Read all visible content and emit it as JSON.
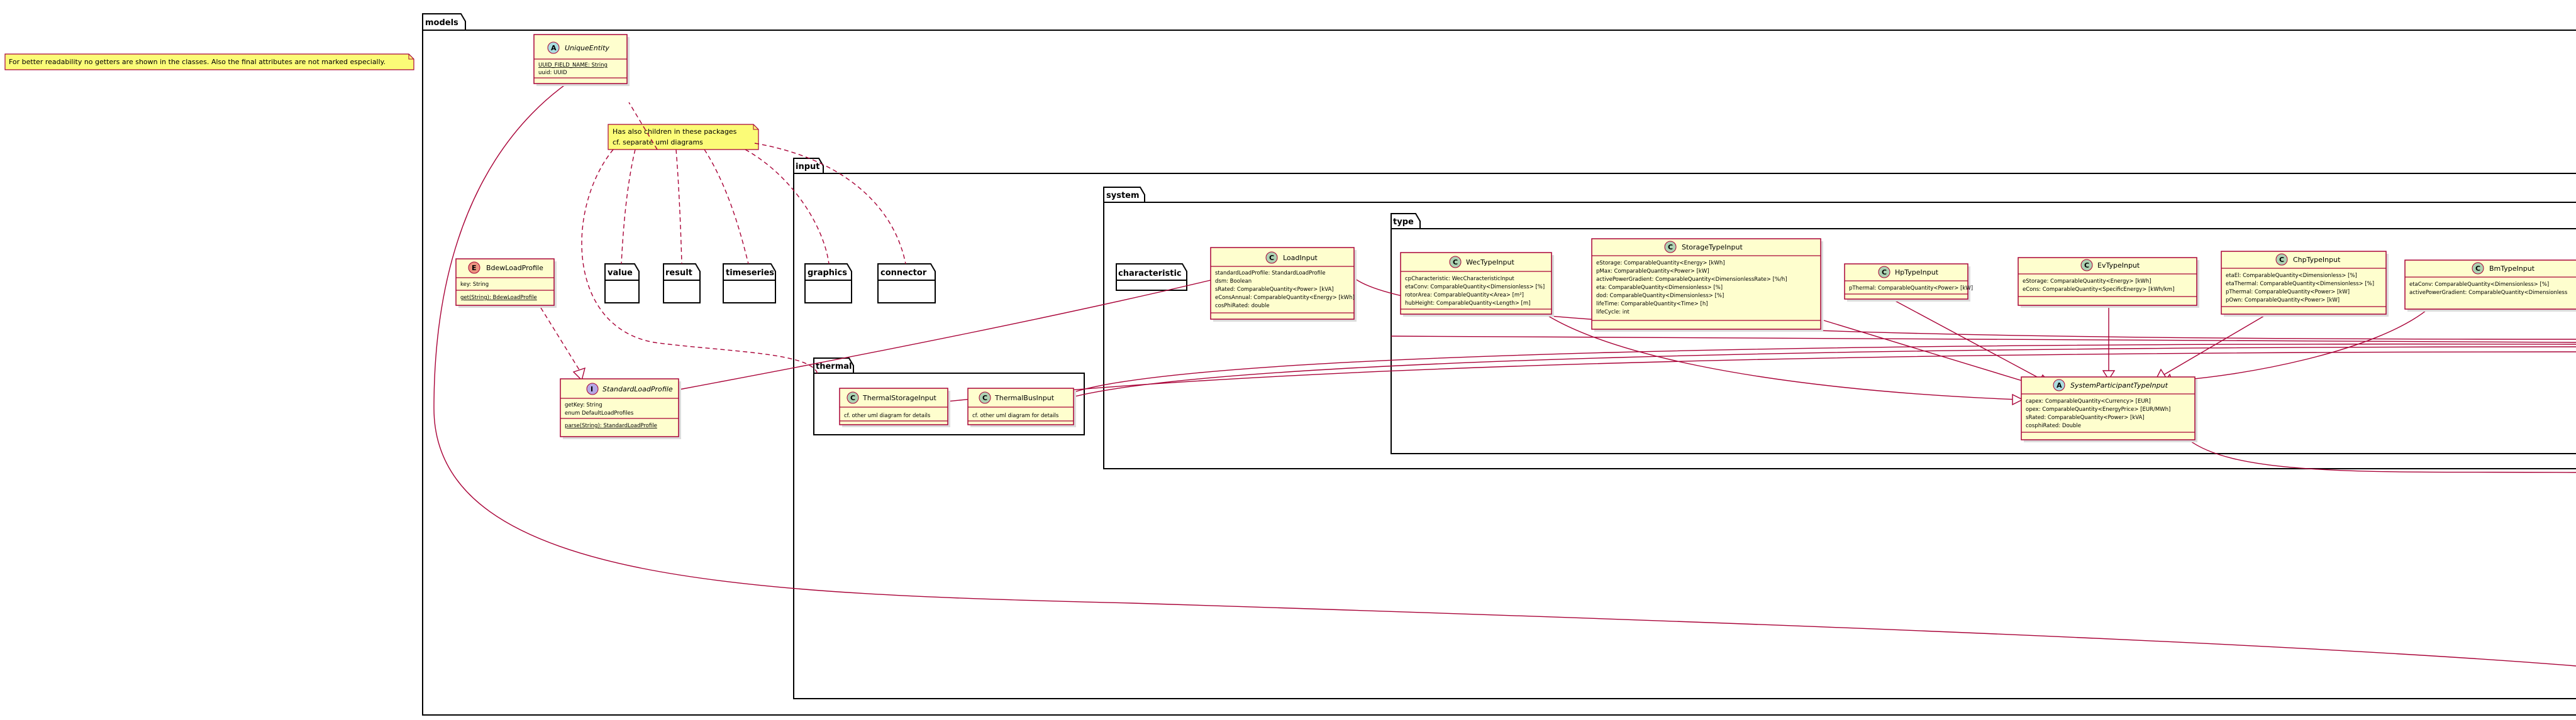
{
  "diagram": {
    "note_general": "For better readability no getters are shown in the classes. Also the final attributes are not marked especially.",
    "note_children": [
      "Has also children in these packages",
      "cf. separate uml diagrams"
    ],
    "packages": {
      "models": "models",
      "input": "input",
      "system": "system",
      "characteristic": "characteristic",
      "type": "type",
      "thermal": "thermal",
      "value": "value",
      "result": "result",
      "timeseries": "timeseries",
      "graphics": "graphics",
      "connector": "connector"
    },
    "classes": {
      "unique_entity": {
        "stereo": "A",
        "name": "UniqueEntity",
        "attrs": [
          "UUID_FIELD_NAME: String",
          "uuid: UUID"
        ]
      },
      "bdew_load_profile": {
        "stereo": "E",
        "name": "BdewLoadProfile",
        "attrs": [
          "key: String"
        ],
        "methods": [
          "get(String): BdewLoadProfile"
        ]
      },
      "standard_load_profile": {
        "stereo": "I",
        "name": "StandardLoadProfile",
        "attrs": [
          "getKey: String",
          "enum DefaultLoadProfiles"
        ],
        "methods": [
          "parse(String): StandardLoadProfile"
        ]
      },
      "load_input": {
        "stereo": "C",
        "name": "LoadInput",
        "attrs": [
          "standardLoadProfile: StandardLoadProfile",
          "dsm: Boolean",
          "sRated: ComparableQuantity<Power> [kVA]",
          "eConsAnnual: ComparableQuantity<Energy> [kWh]",
          "cosPhiRated: double"
        ]
      },
      "wec_type_input": {
        "stereo": "C",
        "name": "WecTypeInput",
        "attrs": [
          "cpCharacteristic: WecCharacteristicInput",
          "etaConv: ComparableQuantity<Dimensionless> [%]",
          "rotorArea: ComparableQuantity<Area> [m²]",
          "hubHeight: ComparableQuantity<Length> [m]"
        ]
      },
      "storage_type_input": {
        "stereo": "C",
        "name": "StorageTypeInput",
        "attrs": [
          "eStorage: ComparableQuantity<Energy> [kWh]",
          "pMax: ComparableQuantity<Power> [kW]",
          "activePowerGradient: ComparableQuantity<DimensionlessRate> [%/h]",
          "eta: ComparableQuantity<Dimensionless> [%]",
          "dod: ComparableQuantity<Dimensionless> [%]",
          "lifeTime: ComparableQuantity<Time> [h]",
          "lifeCycle: int"
        ]
      },
      "hp_type_input": {
        "stereo": "C",
        "name": "HpTypeInput",
        "attrs": [
          "pThermal: ComparableQuantity<Power> [kW]"
        ]
      },
      "ev_type_input": {
        "stereo": "C",
        "name": "EvTypeInput",
        "attrs": [
          "eStorage: ComparableQuantity<Energy> [kWh]",
          "eCons: ComparableQuantity<SpecificEnergy> [kWh/km]"
        ]
      },
      "chp_type_input": {
        "stereo": "C",
        "name": "ChpTypeInput",
        "attrs": [
          "etaEl: ComparableQuantity<Dimensionless> [%]",
          "etaThermal: ComparableQuantity<Dimensionless> [%]",
          "pThermal: ComparableQuantity<Power> [kW]",
          "pOwn: ComparableQuantity<Power> [kW]"
        ]
      },
      "bm_type_input": {
        "stereo": "C",
        "name": "BmTypeInput",
        "attrs": [
          "etaConv: ComparableQuantity<Dimensionless> [%]",
          "activePowerGradient: ComparableQuantity<Dimensionless"
        ]
      },
      "system_participant_type_input": {
        "stereo": "A",
        "name": "SystemParticipantTypeInput",
        "attrs": [
          "capex: ComparableQuantity<Currency> [EUR]",
          "opex: ComparableQuantity<EnergyPrice> [EUR/MWh]",
          "sRated: ComparableQuantity<Power> [kVA]",
          "cosphiRated: Double"
        ]
      },
      "thermal_storage_input": {
        "stereo": "C",
        "name": "ThermalStorageInput",
        "attrs": [
          "cf. other uml diagram for details"
        ]
      },
      "thermal_bus_input": {
        "stereo": "C",
        "name": "ThermalBusInput",
        "attrs": [
          "cf. other uml diagram for details"
        ]
      }
    }
  },
  "colors": {
    "class_fill": "#FEFECE",
    "border": "#A80036",
    "note_fill": "#FBFB77",
    "stereo_class": "#ADD1B2",
    "stereo_abstract": "#A9DCDF",
    "stereo_interface": "#B4A7E5",
    "stereo_enum": "#EB937F"
  }
}
